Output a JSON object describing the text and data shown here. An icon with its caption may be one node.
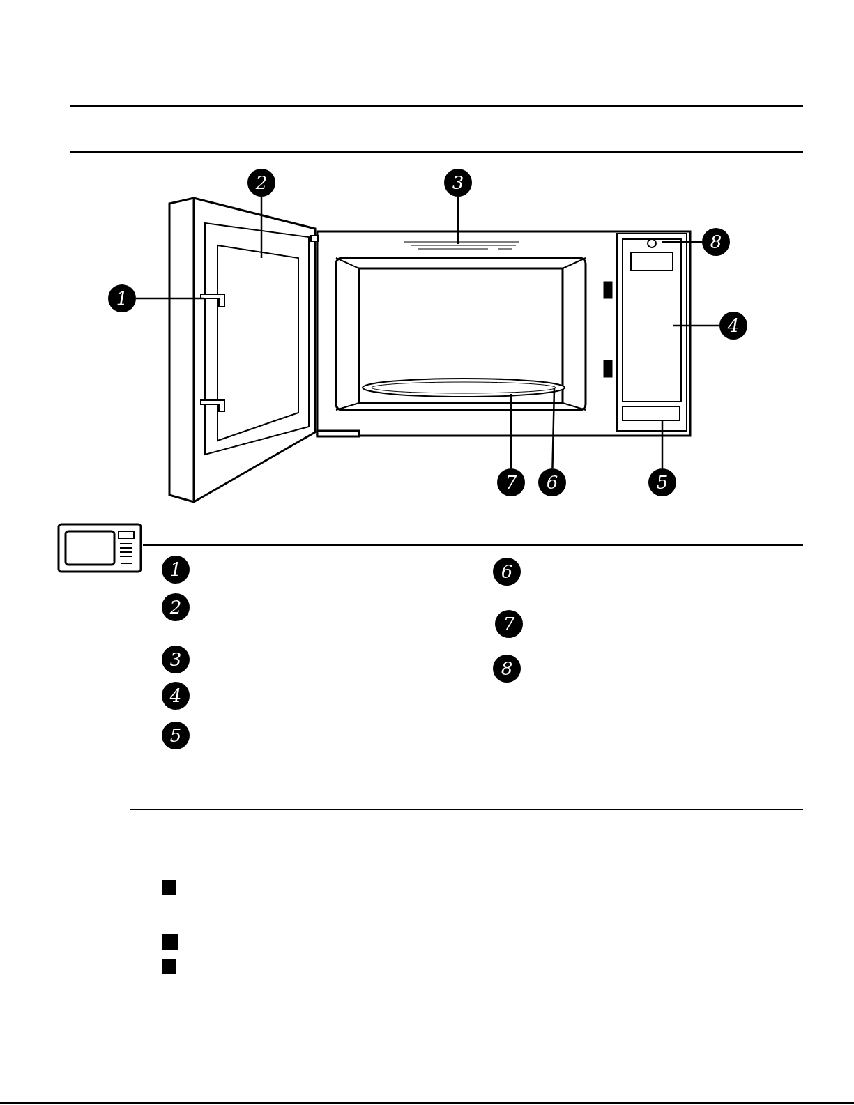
{
  "diagram": {
    "nodes": [
      {
        "text": [
          "2"
        ]
      },
      {
        "text": [
          "3"
        ]
      },
      {
        "text": [
          "8"
        ]
      },
      {
        "text": [
          "1"
        ]
      },
      {
        "text": [
          "4"
        ]
      },
      {
        "text": [
          "7"
        ]
      },
      {
        "text": [
          "6"
        ]
      },
      {
        "text": [
          "5"
        ]
      },
      {
        "text": [
          "1"
        ]
      },
      {
        "text": [
          "6"
        ]
      },
      {
        "text": [
          "2"
        ]
      },
      {
        "text": [
          "7"
        ]
      },
      {
        "text": [
          "3"
        ]
      },
      {
        "text": [
          "8"
        ]
      },
      {
        "text": [
          "4"
        ]
      },
      {
        "text": [
          "5"
        ]
      }
    ],
    "edges": [
      {
        "from": 0,
        "to": null,
        "arrow": "none"
      },
      {
        "from": 1,
        "to": null,
        "arrow": "none"
      },
      {
        "from": 2,
        "to": null,
        "arrow": "none"
      },
      {
        "from": 3,
        "to": null,
        "arrow": "none"
      },
      {
        "from": 4,
        "to": null,
        "arrow": "none"
      },
      {
        "from": 5,
        "to": null,
        "arrow": "none"
      },
      {
        "from": 6,
        "to": null,
        "arrow": "none"
      },
      {
        "from": 7,
        "to": null,
        "arrow": "none"
      }
    ]
  }
}
